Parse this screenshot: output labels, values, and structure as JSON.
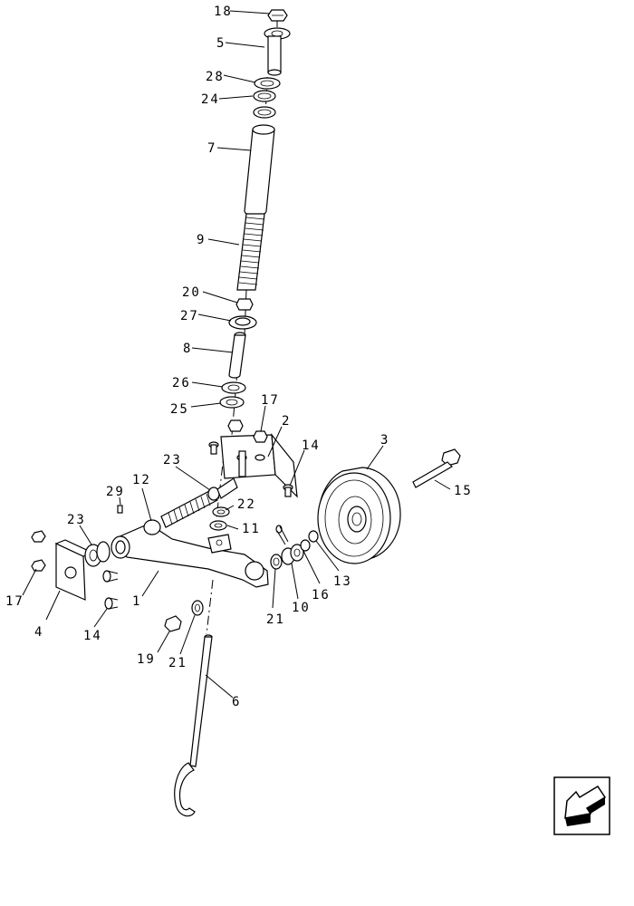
{
  "callouts": {
    "c18": "18",
    "c5": "5",
    "c28": "28",
    "c24": "24",
    "c7": "7",
    "c9": "9",
    "c20": "20",
    "c27": "27",
    "c8": "8",
    "c26": "26",
    "c25": "25",
    "c17a": "17",
    "c2": "2",
    "c14a": "14",
    "c23a": "23",
    "c3": "3",
    "c15": "15",
    "c12": "12",
    "c29": "29",
    "c22": "22",
    "c11": "11",
    "c23b": "23",
    "c17b": "17",
    "c4": "4",
    "c14b": "14",
    "c1": "1",
    "c21a": "21",
    "c10": "10",
    "c16": "16",
    "c13": "13",
    "c19": "19",
    "c21b": "21",
    "c6": "6"
  },
  "icons": {
    "nav": "arrow-lower-left-icon"
  },
  "colors": {
    "ink": "#000000",
    "background": "#ffffff"
  }
}
